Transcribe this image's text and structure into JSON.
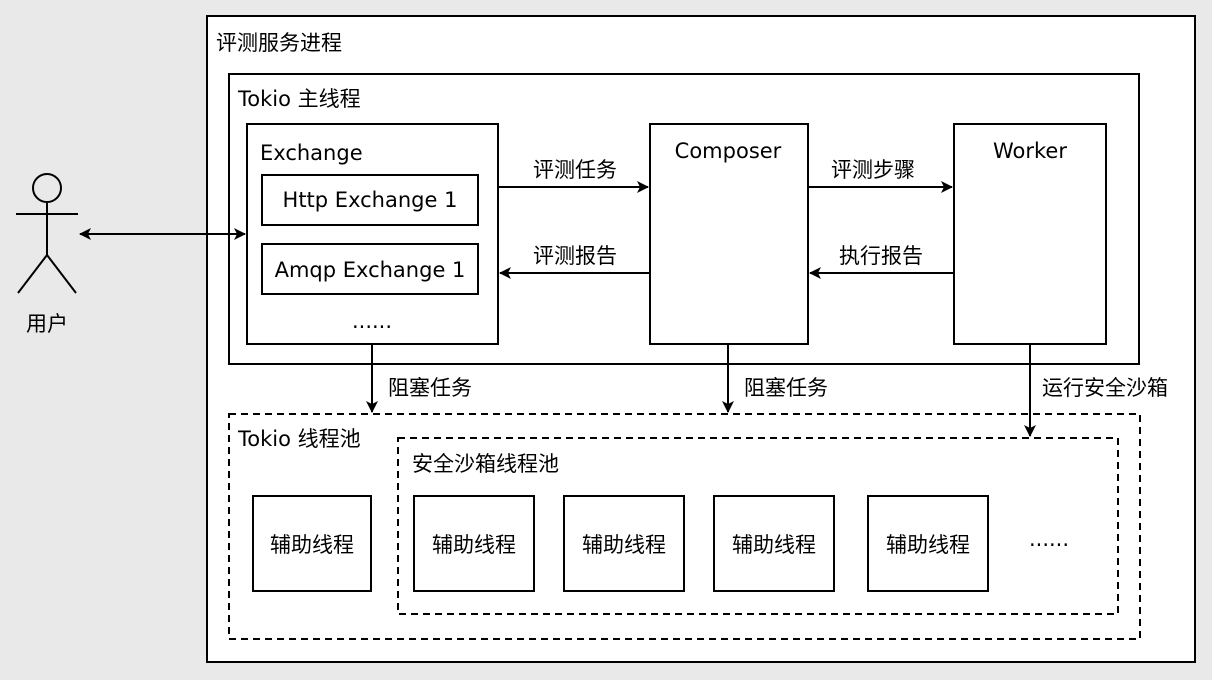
{
  "process": {
    "title": "评测服务进程"
  },
  "main_thread": {
    "title": "Tokio 主线程"
  },
  "exchange": {
    "title": "Exchange",
    "items": [
      "Http Exchange 1",
      "Amqp Exchange 1"
    ],
    "more": "......"
  },
  "composer": {
    "title": "Composer"
  },
  "worker": {
    "title": "Worker"
  },
  "user": {
    "label": "用户"
  },
  "edges": {
    "eval_task": "评测任务",
    "eval_report": "评测报告",
    "eval_steps": "评测步骤",
    "exec_report": "执行报告",
    "blocking_task_1": "阻塞任务",
    "blocking_task_2": "阻塞任务",
    "run_sandbox": "运行安全沙箱"
  },
  "thread_pool": {
    "title": "Tokio 线程池",
    "helper": "辅助线程"
  },
  "sandbox_pool": {
    "title": "安全沙箱线程池",
    "helpers": [
      "辅助线程",
      "辅助线程",
      "辅助线程",
      "辅助线程"
    ],
    "more": "......"
  }
}
